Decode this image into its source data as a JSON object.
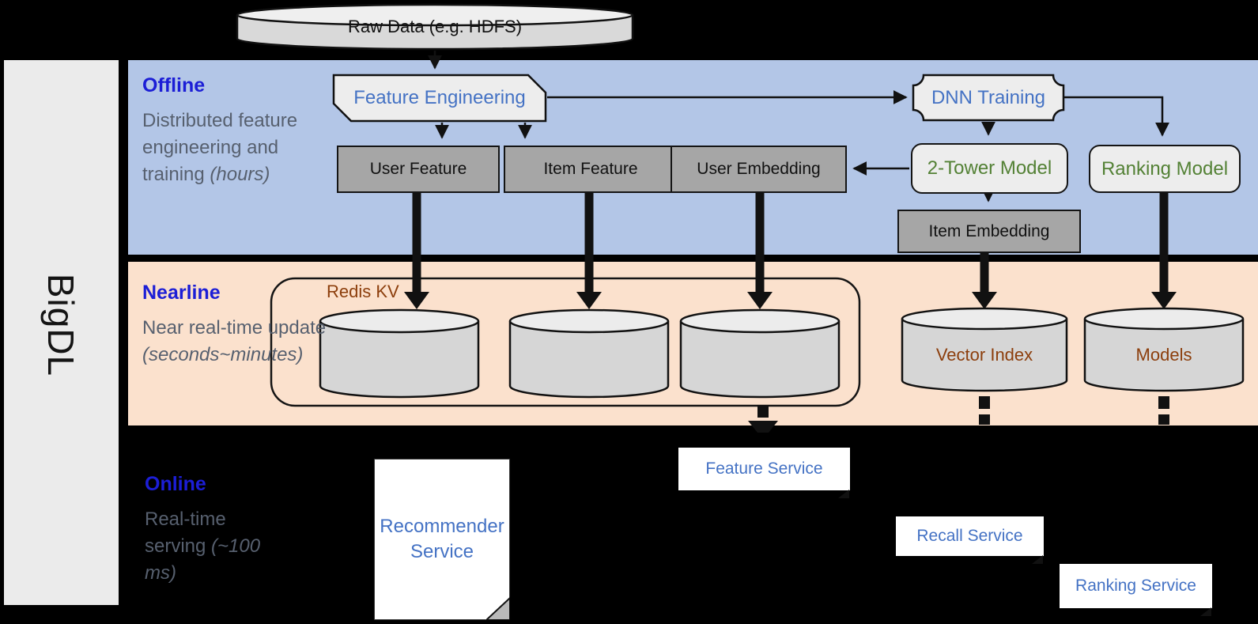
{
  "brand": {
    "name": "BigDL"
  },
  "source": {
    "raw_data": "Raw Data (e.g. HDFS)"
  },
  "sections": {
    "offline": {
      "title": "Offline",
      "desc": "Distributed feature engineering and training",
      "note": "(hours)"
    },
    "nearline": {
      "title": "Nearline",
      "desc": "Near real-time update",
      "note": "(seconds~minutes)"
    },
    "online": {
      "title": "Online",
      "desc": "Real-time serving",
      "note": "(~100 ms)"
    }
  },
  "offline": {
    "feature_engineering": "Feature Engineering",
    "dnn_training": "DNN Training",
    "user_feature": "User Feature",
    "item_feature": "Item Feature",
    "user_embedding": "User Embedding",
    "two_tower_model": "2-Tower Model",
    "ranking_model": "Ranking Model",
    "item_embedding": "Item Embedding"
  },
  "nearline": {
    "redis_kv": "Redis KV",
    "vector_index": "Vector Index",
    "models": "Models"
  },
  "online": {
    "recommender_service": "Recommender Service",
    "feature_service": "Feature Service",
    "recall_service": "Recall Service",
    "ranking_service": "Ranking Service"
  },
  "colors": {
    "offline_band": "#b3c6e7",
    "nearline_band": "#fbe1cd",
    "background": "#000000",
    "section_title_blue": "#1c1ed6",
    "section_desc_gray": "#57606f",
    "process_blue": "#4472c4",
    "model_green": "#538135",
    "storage_brown": "#8c3e0c",
    "gray_box": "#a6a6a6",
    "light_box": "#ededed",
    "cylinder_body": "#d6d6d6",
    "sidebar_gray": "#ebebeb"
  }
}
